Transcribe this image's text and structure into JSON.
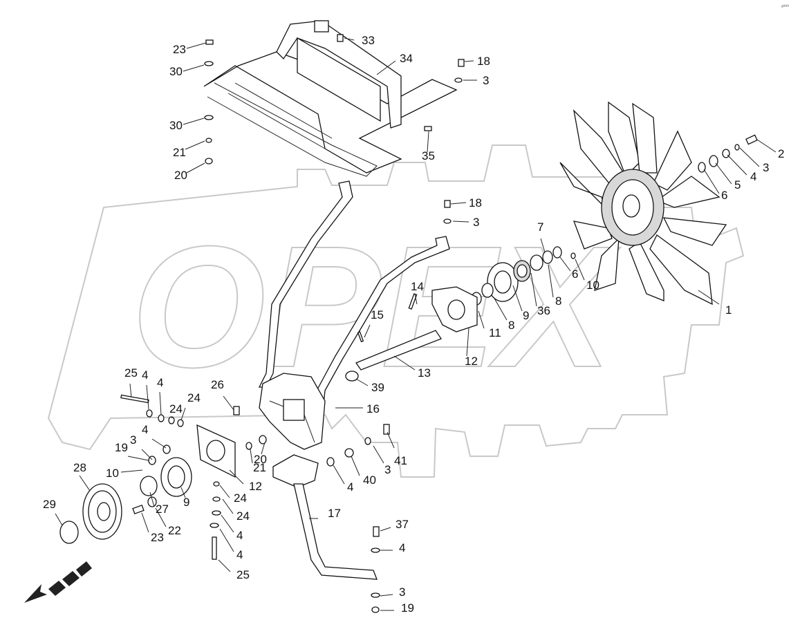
{
  "corner_code": "ᵃ⁰⁰⁰",
  "watermark": "OPEX",
  "callouts": [
    {
      "id": "c1",
      "text": "23"
    },
    {
      "id": "c2",
      "text": "33"
    },
    {
      "id": "c3",
      "text": "34"
    },
    {
      "id": "c4",
      "text": "30"
    },
    {
      "id": "c5",
      "text": "18"
    },
    {
      "id": "c6",
      "text": "3"
    },
    {
      "id": "c7",
      "text": "30"
    },
    {
      "id": "c8",
      "text": "21"
    },
    {
      "id": "c9",
      "text": "20"
    },
    {
      "id": "c10",
      "text": "35"
    },
    {
      "id": "c11",
      "text": "2"
    },
    {
      "id": "c12",
      "text": "3"
    },
    {
      "id": "c13",
      "text": "4"
    },
    {
      "id": "c14",
      "text": "5"
    },
    {
      "id": "c15",
      "text": "6"
    },
    {
      "id": "c16",
      "text": "18"
    },
    {
      "id": "c17",
      "text": "3"
    },
    {
      "id": "c18",
      "text": "7"
    },
    {
      "id": "c19",
      "text": "6"
    },
    {
      "id": "c20",
      "text": "10"
    },
    {
      "id": "c21",
      "text": "8"
    },
    {
      "id": "c22",
      "text": "36"
    },
    {
      "id": "c23",
      "text": "9"
    },
    {
      "id": "c24",
      "text": "8"
    },
    {
      "id": "c25",
      "text": "1"
    },
    {
      "id": "c26",
      "text": "14"
    },
    {
      "id": "c27",
      "text": "15"
    },
    {
      "id": "c28",
      "text": "11"
    },
    {
      "id": "c29",
      "text": "12"
    },
    {
      "id": "c30",
      "text": "13"
    },
    {
      "id": "c31",
      "text": "39"
    },
    {
      "id": "c32",
      "text": "16"
    },
    {
      "id": "c33",
      "text": "25"
    },
    {
      "id": "c34",
      "text": "4"
    },
    {
      "id": "c35",
      "text": "4"
    },
    {
      "id": "c36",
      "text": "24"
    },
    {
      "id": "c37",
      "text": "24"
    },
    {
      "id": "c38",
      "text": "26"
    },
    {
      "id": "c39",
      "text": "3"
    },
    {
      "id": "c40",
      "text": "4"
    },
    {
      "id": "c41",
      "text": "19"
    },
    {
      "id": "c42",
      "text": "10"
    },
    {
      "id": "c43",
      "text": "28"
    },
    {
      "id": "c44",
      "text": "29"
    },
    {
      "id": "c45",
      "text": "27"
    },
    {
      "id": "c46",
      "text": "9"
    },
    {
      "id": "c47",
      "text": "12"
    },
    {
      "id": "c48",
      "text": "21"
    },
    {
      "id": "c49",
      "text": "20"
    },
    {
      "id": "c50",
      "text": "41"
    },
    {
      "id": "c51",
      "text": "3"
    },
    {
      "id": "c52",
      "text": "40"
    },
    {
      "id": "c53",
      "text": "4"
    },
    {
      "id": "c54",
      "text": "24"
    },
    {
      "id": "c55",
      "text": "24"
    },
    {
      "id": "c56",
      "text": "4"
    },
    {
      "id": "c57",
      "text": "4"
    },
    {
      "id": "c58",
      "text": "25"
    },
    {
      "id": "c59",
      "text": "22"
    },
    {
      "id": "c60",
      "text": "23"
    },
    {
      "id": "c61",
      "text": "17"
    },
    {
      "id": "c62",
      "text": "37"
    },
    {
      "id": "c63",
      "text": "4"
    },
    {
      "id": "c64",
      "text": "3"
    },
    {
      "id": "c65",
      "text": "19"
    }
  ]
}
